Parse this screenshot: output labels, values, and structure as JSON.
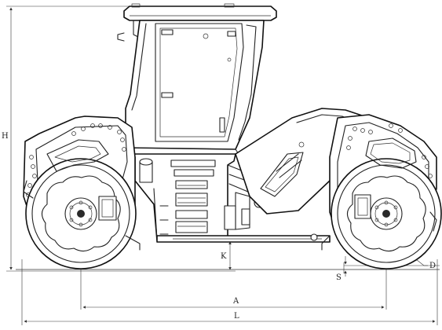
{
  "dimensions": {
    "H": "H",
    "A": "A",
    "L": "L",
    "K": "K",
    "S": "S",
    "D": "D"
  }
}
